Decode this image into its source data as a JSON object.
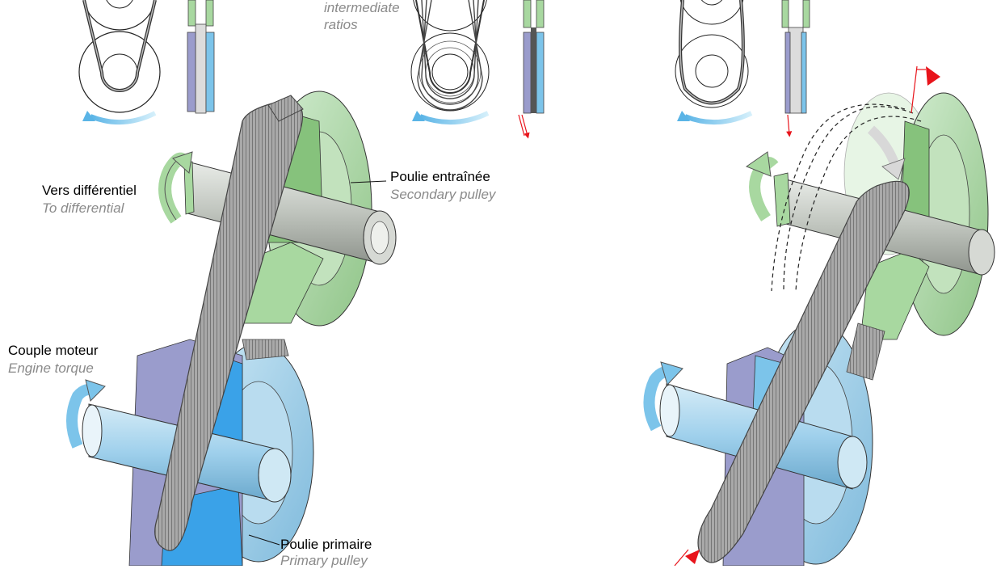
{
  "labels": {
    "intermediate": {
      "en_line1": "intermediate",
      "en_line2": "ratios"
    },
    "differential": {
      "fr": "Vers différentiel",
      "en": "To differential"
    },
    "secondary_pulley": {
      "fr": "Poulie entraînée",
      "en": "Secondary pulley"
    },
    "engine": {
      "fr": "Couple moteur",
      "en": "Engine torque"
    },
    "primary_pulley": {
      "fr": "Poulie primaire",
      "en": "Primary pulley"
    }
  },
  "colors": {
    "secondary_green": "#a8d8a0",
    "primary_blue": "#7cc4ea",
    "primary_purple": "#9a9ccc",
    "shaft_gray": "#c9cdc7",
    "belt_gray": "#8c8c8c",
    "indicator_red": "#e8141b",
    "rotation_arrow_blue": "#8fd0f0",
    "label_gray": "#8a8a8a"
  }
}
